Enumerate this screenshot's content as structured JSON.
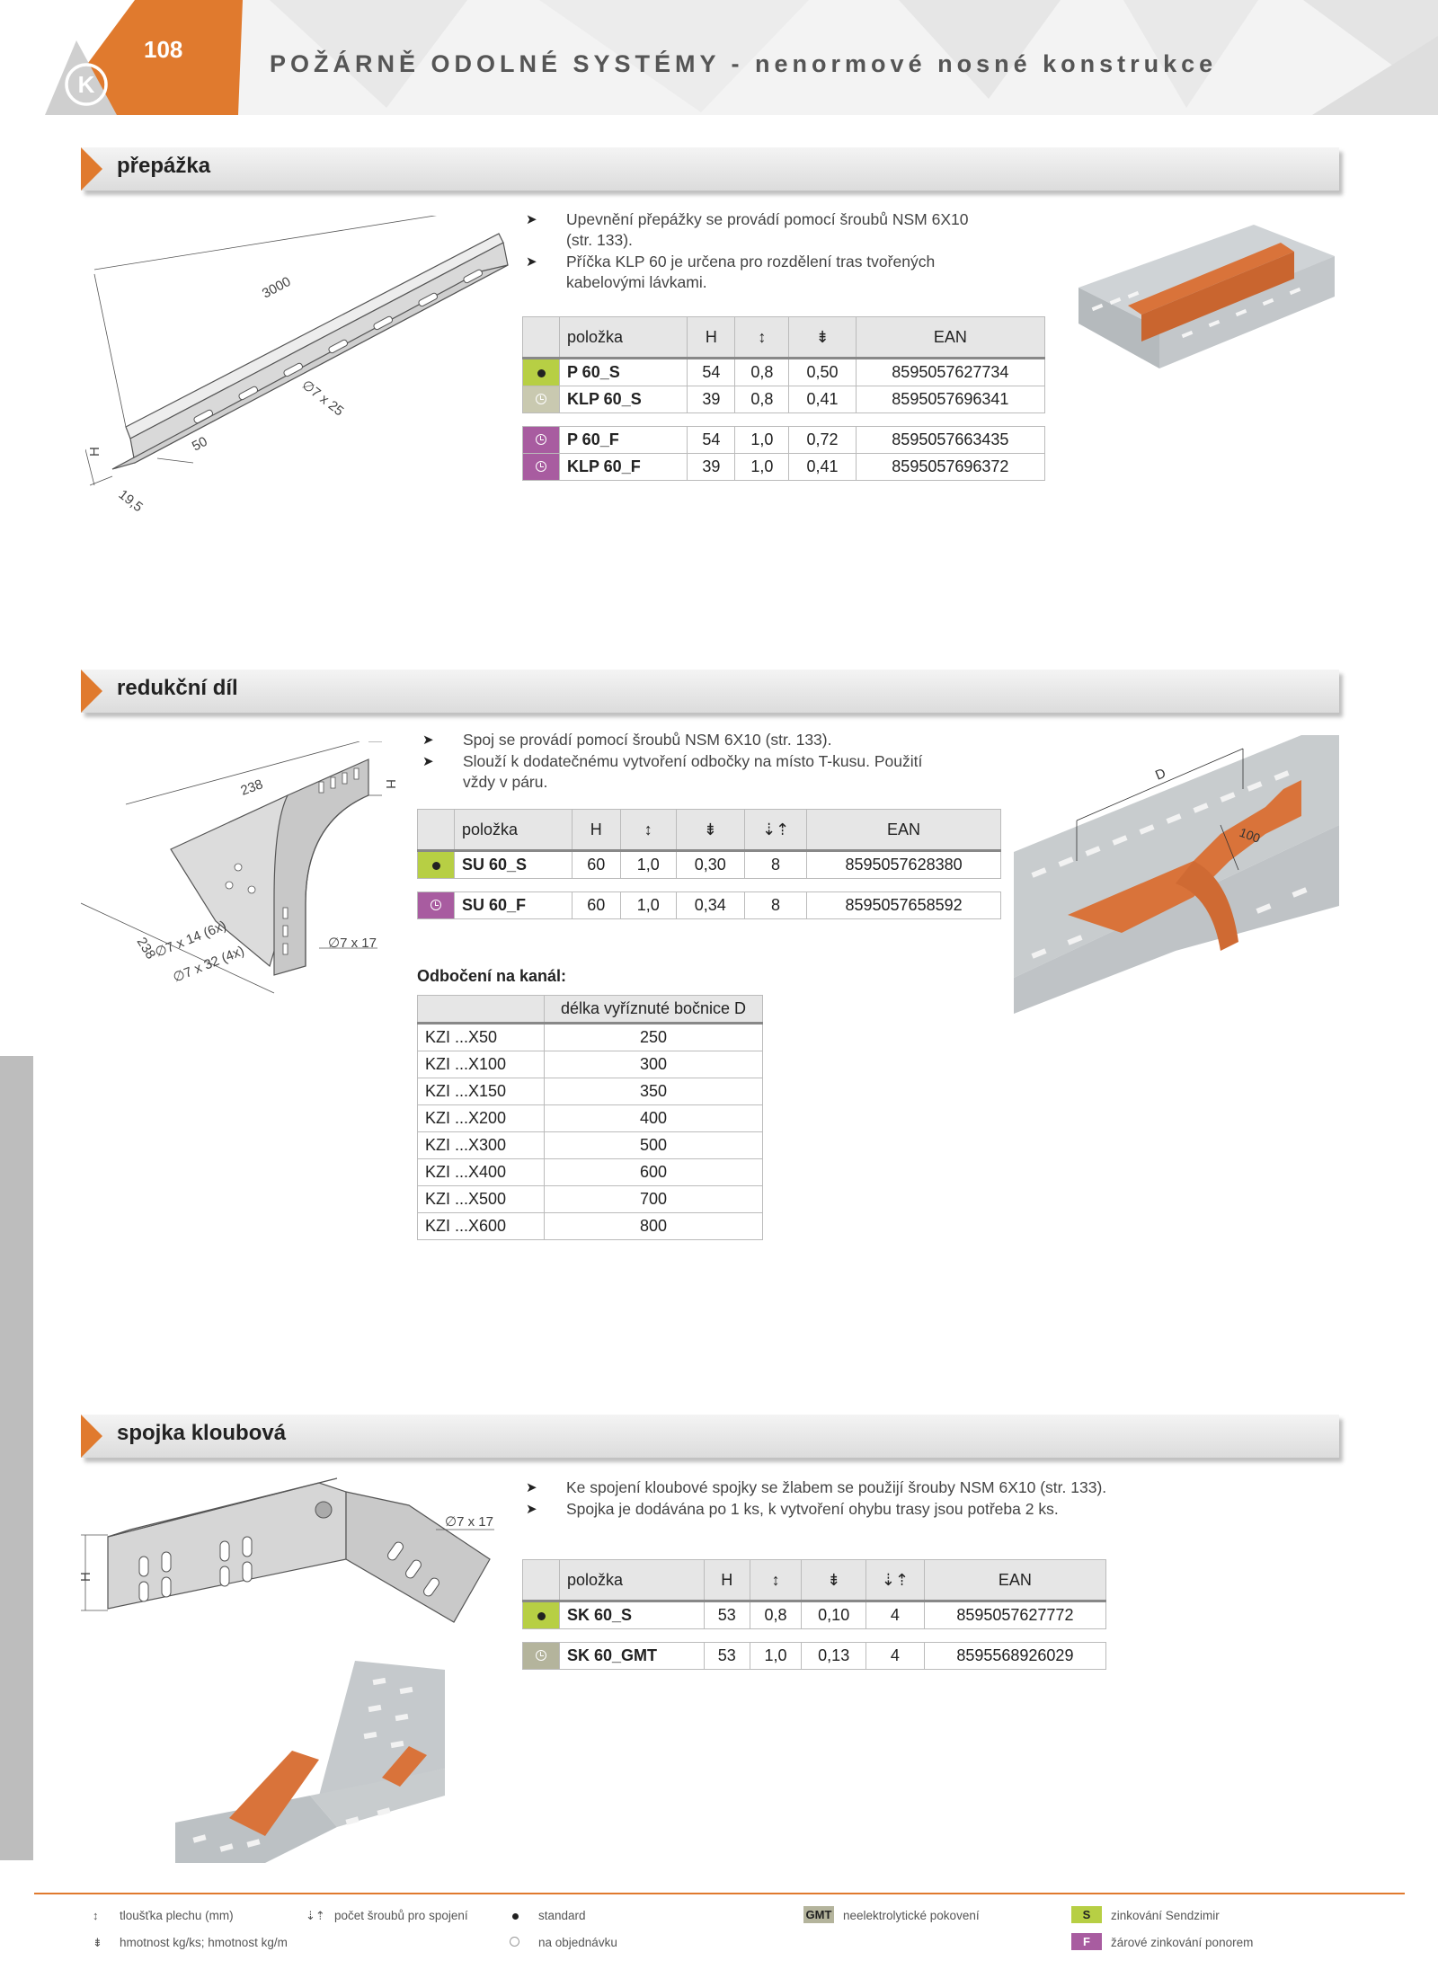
{
  "header": {
    "page_number": "108",
    "title": "POŽÁRNĚ ODOLNÉ SYSTÉMY - nenormové nosné konstrukce",
    "logo_letter": "K",
    "accent_color": "#e07a2e"
  },
  "sections": {
    "prepazka": {
      "title": "přepážka",
      "bullets": [
        "Upevnění přepážky se provádí pomocí šroubů NSM 6X10 (str. 133).",
        "Příčka KLP 60 je určena pro rozdělení tras tvořených kabelovými lávkami."
      ],
      "drawing_labels": {
        "length": "3000",
        "hole": "∅7 x 25",
        "width": "50",
        "base": "19,5",
        "height": "H"
      },
      "table": {
        "headers": [
          "položka",
          "H",
          "↕",
          "⇟",
          "EAN"
        ],
        "rows": [
          {
            "icon": "standard-dot",
            "name": "P 60_S",
            "h": "54",
            "t": "0,8",
            "w": "0,50",
            "ean": "8595057627734"
          },
          {
            "icon": "order-clock",
            "name": "KLP 60_S",
            "h": "39",
            "t": "0,8",
            "w": "0,41",
            "ean": "8595057696341"
          },
          {
            "icon": "order-clock",
            "name": "P 60_F",
            "h": "54",
            "t": "1,0",
            "w": "0,72",
            "ean": "8595057663435"
          },
          {
            "icon": "order-clock",
            "name": "KLP 60_F",
            "h": "39",
            "t": "1,0",
            "w": "0,41",
            "ean": "8595057696372"
          }
        ]
      }
    },
    "redukcni": {
      "title": "redukční díl",
      "bullets": [
        "Spoj se provádí pomocí šroubů NSM 6X10 (str. 133).",
        "Slouží k dodatečnému vytvoření odbočky na místo T-kusu. Použití vždy v páru."
      ],
      "drawing_labels": {
        "top": "238",
        "side": "238",
        "height": "H",
        "holes1": "∅7 x 14 (6x)",
        "holes2": "∅7 x 32 (4x)",
        "hole3": "∅7 x 17",
        "photo_d": "D",
        "photo_100": "100"
      },
      "table": {
        "headers": [
          "položka",
          "H",
          "↕",
          "⇟",
          "⇣⇡",
          "EAN"
        ],
        "rows": [
          {
            "icon": "standard-dot",
            "name": "SU 60_S",
            "h": "60",
            "t": "1,0",
            "w": "0,30",
            "n": "8",
            "ean": "8595057628380"
          },
          {
            "icon": "order-clock",
            "name": "SU 60_F",
            "h": "60",
            "t": "1,0",
            "w": "0,34",
            "n": "8",
            "ean": "8595057658592"
          }
        ]
      },
      "odboceni_title": "Odbočení na kanál:",
      "kzi_header": "délka vyříznuté bočnice D",
      "kzi_rows": [
        {
          "name": "KZI ...X50",
          "value": "250"
        },
        {
          "name": "KZI ...X100",
          "value": "300"
        },
        {
          "name": "KZI ...X150",
          "value": "350"
        },
        {
          "name": "KZI ...X200",
          "value": "400"
        },
        {
          "name": "KZI ...X300",
          "value": "500"
        },
        {
          "name": "KZI ...X400",
          "value": "600"
        },
        {
          "name": "KZI ...X500",
          "value": "700"
        },
        {
          "name": "KZI ...X600",
          "value": "800"
        }
      ]
    },
    "spojka": {
      "title": "spojka kloubová",
      "bullets": [
        "Ke spojení kloubové spojky se žlabem se použijí šrouby NSM 6X10 (str. 133).",
        "Spojka je dodávána po 1 ks, k vytvoření ohybu trasy jsou potřeba 2 ks."
      ],
      "drawing_labels": {
        "hole": "∅7 x 17",
        "height": "H"
      },
      "table": {
        "headers": [
          "položka",
          "H",
          "↕",
          "⇟",
          "⇣⇡",
          "EAN"
        ],
        "rows": [
          {
            "icon": "standard-dot",
            "name": "SK 60_S",
            "h": "53",
            "t": "0,8",
            "w": "0,10",
            "n": "4",
            "ean": "8595057627772"
          },
          {
            "icon": "order-clock",
            "name": "SK 60_GMT",
            "h": "53",
            "t": "1,0",
            "w": "0,13",
            "n": "4",
            "ean": "8595568926029"
          }
        ]
      }
    }
  },
  "legend": {
    "thickness": "tloušťka plechu (mm)",
    "weight": "hmotnost kg/ks; hmotnost kg/m",
    "bolts": "počet šroubů pro spojení",
    "standard": "standard",
    "on_order": "na objednávku",
    "gmt_box": "GMT",
    "gmt": "neelektrolytické pokovení",
    "s_box": "S",
    "s": "zinkování Sendzimir",
    "f_box": "F",
    "f": "žárové zinkování ponorem"
  },
  "colors": {
    "standard": "#b7cf44",
    "order": "#c9c9b0",
    "hot_dip": "#a85ca0",
    "gmt": "#b4b49c"
  }
}
